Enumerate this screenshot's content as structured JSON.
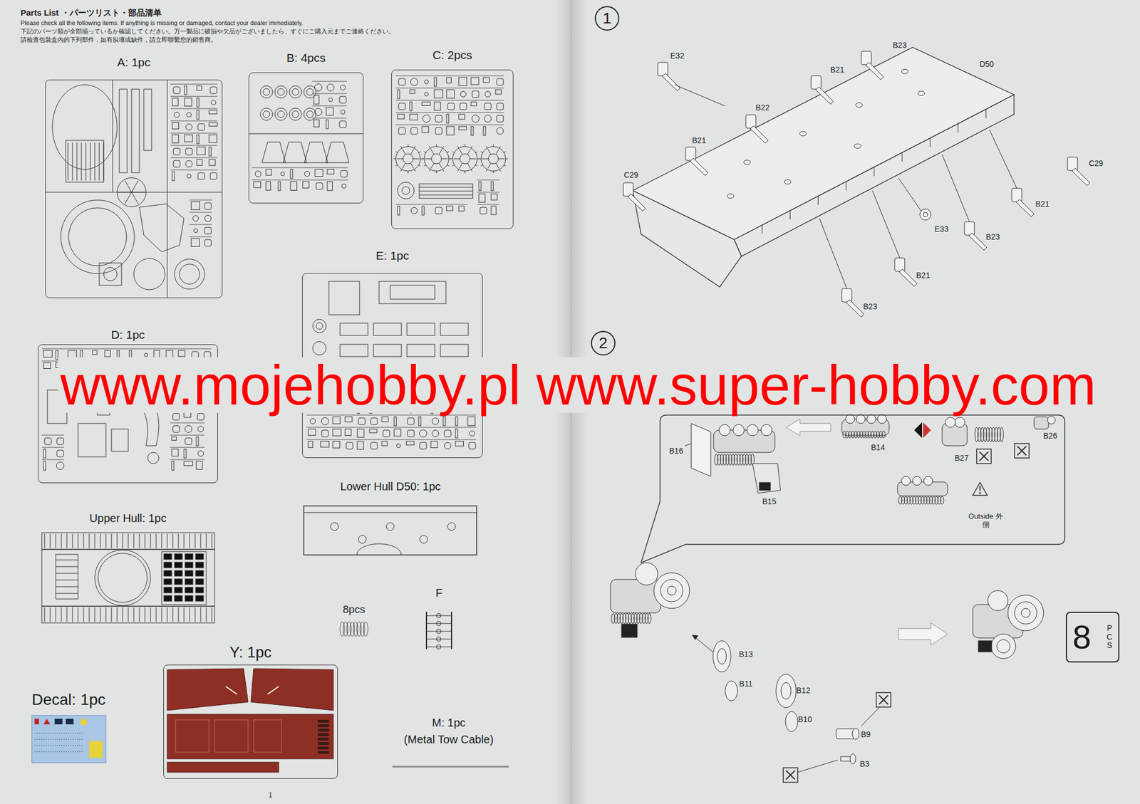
{
  "diagram": {
    "title": "Parts List ・パーツリスト・部品清单",
    "nodes": [
      {
        "text": [
          "A: 1pc"
        ]
      },
      {
        "text": [
          "B: 4pcs"
        ]
      },
      {
        "text": [
          "C: 2pcs"
        ]
      },
      {
        "text": [
          "E: 1pc"
        ]
      },
      {
        "text": [
          "D: 1pc"
        ]
      },
      {
        "text": [
          "Lower Hull D50: 1pc"
        ]
      },
      {
        "text": [
          "Upper Hull: 1pc"
        ]
      },
      {
        "text": [
          "F"
        ]
      },
      {
        "text": [
          "Y: 1pc"
        ]
      },
      {
        "text": [
          "Decal: 1pc"
        ]
      },
      {
        "text": [
          "1"
        ]
      },
      {
        "text": [
          "2"
        ]
      },
      {
        "text": [
          "B16",
          "B14",
          "B27",
          "B26",
          "B15",
          "Outside 外側"
        ]
      },
      {
        "text": [
          "8",
          "PCS"
        ]
      }
    ],
    "labels": [
      "Please check all the following items. If anything is missing or damaged, contact your dealer immediately.",
      "下記のパーツ類が全部揃っているか確認してください。万一製品に破損や欠品がございましたら、すぐにご購入元までご連絡ください。",
      "請檢查包裝盒內的下列部件，如有損壞或缺件，請立即聯繫您的銷售商。",
      "8pcs",
      "M: 1pc",
      "(Metal Tow Cable)",
      "1",
      "E32",
      "B23",
      "B21",
      "D50",
      "B22",
      "B21",
      "C29",
      "C29",
      "B21",
      "E33",
      "B23",
      "B21",
      "B23",
      "B13",
      "B11",
      "B12",
      "B10",
      "B9",
      "B3",
      "www.mojehobby.pl www.super-hobby.com"
    ]
  }
}
